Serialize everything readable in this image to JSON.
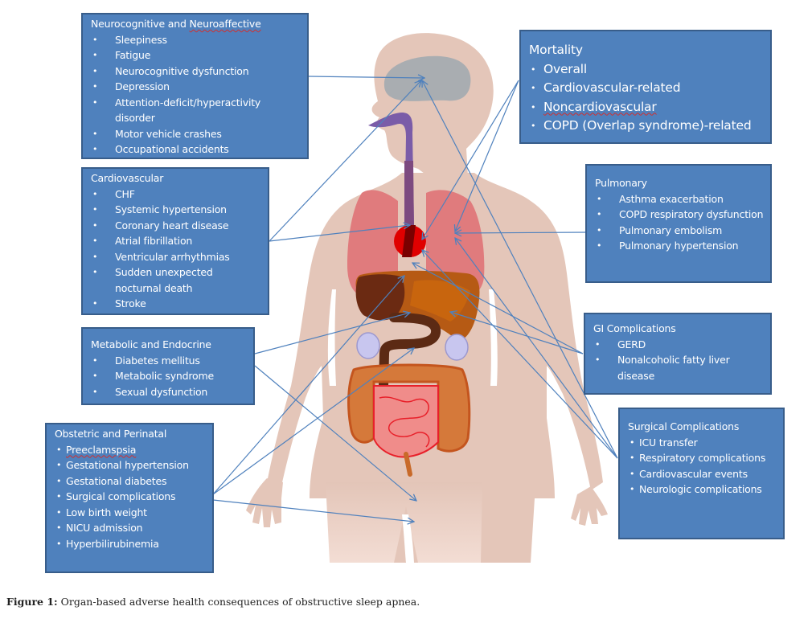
{
  "figure": {
    "caption_label": "Figure 1:",
    "caption_text": " Organ-based adverse health consequences of obstructive sleep apnea."
  },
  "colors": {
    "box_fill": "#4f81bd",
    "box_border": "#385d8a",
    "box_text": "#ffffff",
    "arrow": "#4f81bd",
    "skin": "#e8c9bd",
    "brain": "#a8acb0",
    "lungs": "#e2787a",
    "heart": "#e00000",
    "liver": "#b85a10",
    "stomach": "#6a2a14",
    "esophagus": "#7a5aa8",
    "kidneys": "#c8c4ee",
    "colon": "#d57b3a",
    "small_intestine": "#f08a8a"
  },
  "boxes": {
    "neuro": {
      "title_a": "Neurocognitive and ",
      "title_b": "Neuroaffective",
      "items": [
        "Sleepiness",
        "Fatigue",
        "Neurocognitive dysfunction",
        "Depression",
        "Attention-deficit/hyperactivity disorder",
        "Motor vehicle crashes",
        "Occupational accidents"
      ]
    },
    "cardio": {
      "title": "Cardiovascular",
      "items": [
        "CHF",
        "Systemic hypertension",
        "Coronary heart disease",
        "Atrial fibrillation",
        "Ventricular arrhythmias",
        "Sudden unexpected nocturnal death",
        "Stroke"
      ]
    },
    "metabolic": {
      "title": "Metabolic and Endocrine",
      "items": [
        "Diabetes mellitus",
        "Metabolic syndrome",
        "Sexual dysfunction"
      ]
    },
    "obstetric": {
      "title": "Obstetric and Perinatal",
      "items": [
        "Preeclamspsia",
        "Gestational hypertension",
        "Gestational diabetes",
        "Surgical complications",
        "Low birth weight",
        "NICU admission",
        "Hyperbilirubinemia"
      ]
    },
    "mortality": {
      "title": "Mortality",
      "items": [
        "Overall",
        "Cardiovascular-related",
        "Noncardiovascular",
        "COPD (Overlap syndrome)-related"
      ]
    },
    "pulmonary": {
      "title": "Pulmonary",
      "items": [
        "Asthma exacerbation",
        "COPD respiratory dysfunction",
        "Pulmonary embolism",
        "Pulmonary hypertension"
      ]
    },
    "gi": {
      "title": "GI Complications",
      "items": [
        "GERD",
        "Nonalcoholic fatty liver disease"
      ]
    },
    "surgical": {
      "title": "Surgical Complications",
      "items": [
        "ICU transfer",
        "Respiratory complications",
        "Cardiovascular events",
        "Neurologic complications"
      ]
    }
  }
}
